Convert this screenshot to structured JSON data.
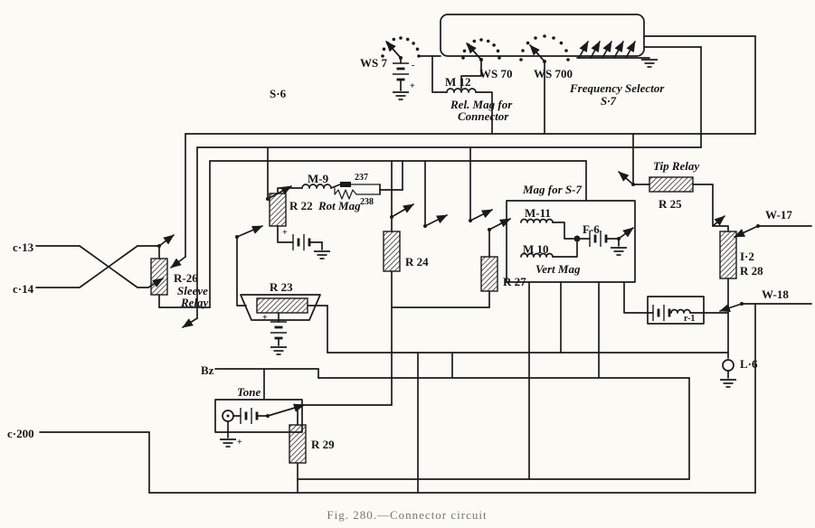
{
  "figure": {
    "caption": "Fig. 280.—Connector circuit"
  },
  "labels": {
    "s6": "S·6",
    "ws7": "WS 7",
    "m12": "M 12",
    "ws70": "WS 70",
    "ws700": "WS 700",
    "rel_mag_1": "Rel. Mag for",
    "rel_mag_2": "Connector",
    "freq_1": "Frequency Selector",
    "freq_2": "S·7",
    "m9": "M-9",
    "c237": "237",
    "c238": "238",
    "r22": "R 22",
    "rot_mag": "Rot Mag",
    "tip_relay": "Tip Relay",
    "r25": "R 25",
    "mag_for_s7": "Mag for S-7",
    "m11": "M-11",
    "f6": "F-6",
    "m10": "M 10",
    "vert_mag": "Vert Mag",
    "w17": "W-17",
    "r24": "R 24",
    "r27": "R 27",
    "i2": "I·2",
    "r28": "R 28",
    "c13": "c·13",
    "c14": "c·14",
    "r26": "R-26",
    "sleeve": "Sleeve",
    "relay": "Relay",
    "r23": "R 23",
    "w18": "W-18",
    "r1": "r-1",
    "l6": "L·6",
    "bz": "Bz",
    "tone": "Tone",
    "c200": "c·200",
    "r29": "R 29",
    "plus": "+",
    "minus": "-"
  }
}
